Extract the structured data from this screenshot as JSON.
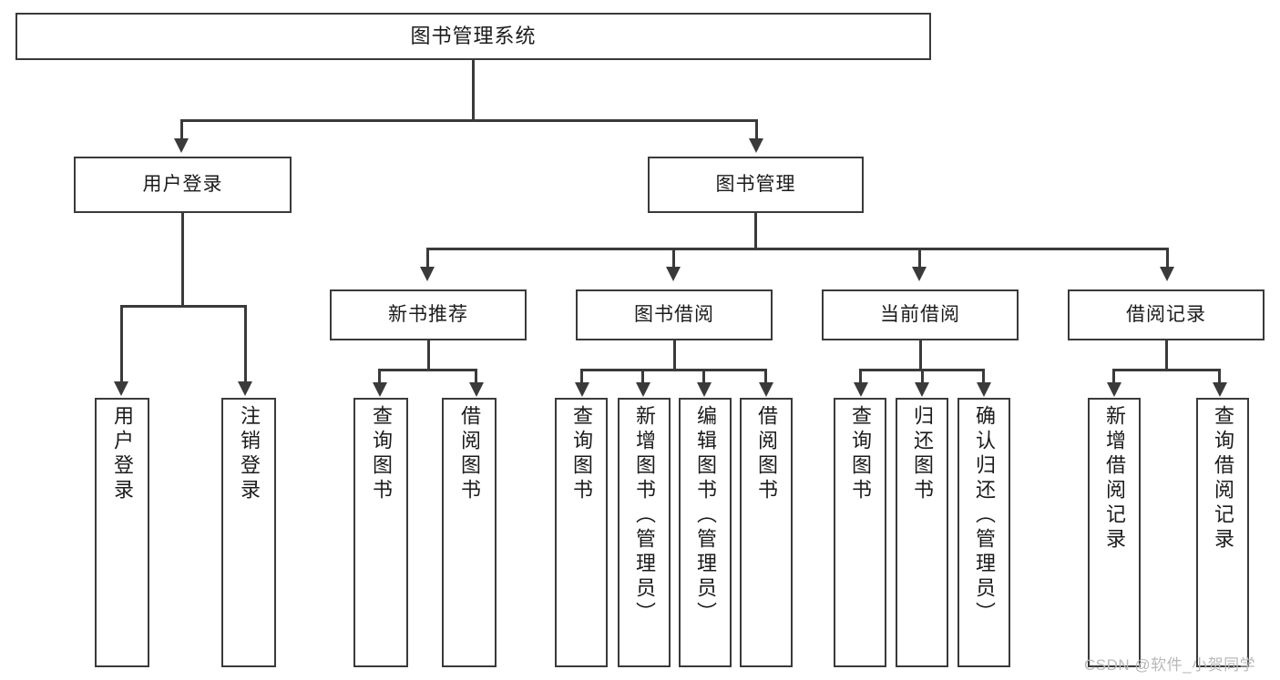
{
  "diagram": {
    "type": "tree",
    "title": "图书管理系统",
    "root": {
      "label": "图书管理系统"
    },
    "level1": [
      {
        "label": "用户登录"
      },
      {
        "label": "图书管理"
      }
    ],
    "level2": [
      {
        "label": "新书推荐"
      },
      {
        "label": "图书借阅"
      },
      {
        "label": "当前借阅"
      },
      {
        "label": "借阅记录"
      }
    ],
    "leaves": [
      {
        "label": "用户登录"
      },
      {
        "label": "注销登录"
      },
      {
        "label": "查询图书"
      },
      {
        "label": "借阅图书"
      },
      {
        "label": "查询图书"
      },
      {
        "label": "新增图书（管理员）"
      },
      {
        "label": "编辑图书（管理员）"
      },
      {
        "label": "借阅图书"
      },
      {
        "label": "查询图书"
      },
      {
        "label": "归还图书"
      },
      {
        "label": "确认归还（管理员）"
      },
      {
        "label": "新增借阅记录"
      },
      {
        "label": "查询借阅记录"
      }
    ]
  },
  "watermark": {
    "text": "CSDN @软件_小贺同学"
  },
  "colors": {
    "stroke": "#3a3a3a",
    "text": "#1b1b1b",
    "background": "#ffffff",
    "watermark": "#b9b9b9"
  }
}
